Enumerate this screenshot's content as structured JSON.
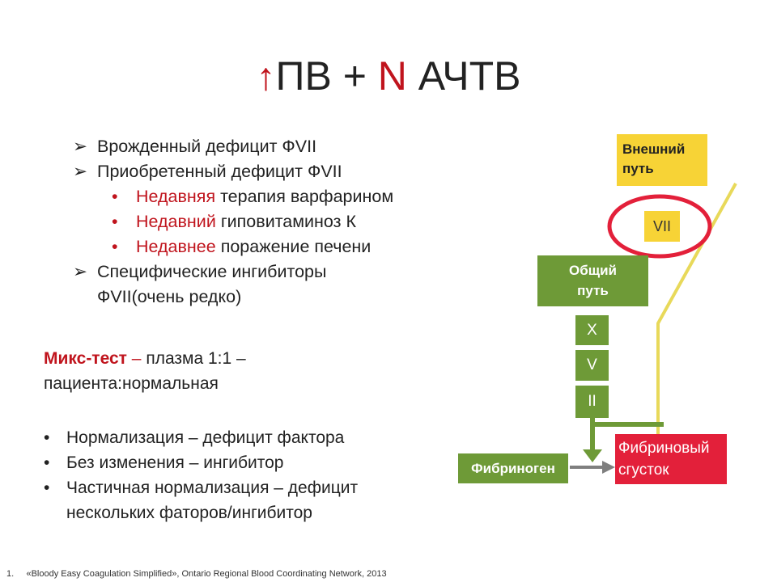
{
  "title": {
    "arrow": "↑",
    "part1": "ПВ + ",
    "n": "N",
    "part2": " АЧТВ"
  },
  "list": {
    "items": [
      {
        "marker": "➢",
        "text": "Врожденный дефицит ФVII"
      },
      {
        "marker": "➢",
        "text": "Приобретенный дефицит ФVII"
      }
    ],
    "subitems": [
      {
        "marker": "•",
        "red": "Недавняя",
        "rest": " терапия варфарином"
      },
      {
        "marker": "•",
        "red": "Недавний",
        "rest": " гиповитаминоз К"
      },
      {
        "marker": "•",
        "red": "Недавнее",
        "rest": " поражение печени"
      }
    ],
    "last": {
      "marker": "➢",
      "line1": "Специфические ингибиторы",
      "line2": "ФVII(очень редко)"
    }
  },
  "mix": {
    "bold": "Микс-тест",
    "dash": " – ",
    "rest1": "плазма 1:1 –",
    "line2": "пациента:нормальная"
  },
  "results": [
    {
      "marker": "•",
      "text": "Нормализация – дефицит фактора"
    },
    {
      "marker": "•",
      "text": "Без изменения – ингибитор"
    },
    {
      "marker": "•",
      "line1": "Частичная нормализация – дефицит",
      "line2": "нескольких фаторов/ингибитор"
    }
  ],
  "diagram": {
    "extrinsic": {
      "line1": "Внешний",
      "line2": "путь"
    },
    "vii": "VII",
    "common": {
      "line1": "Общий",
      "line2": "путь"
    },
    "factors": [
      "X",
      "V",
      "II"
    ],
    "fibrinogen": "Фибриноген",
    "clot": {
      "line1": "Фибриновый",
      "line2": "сгусток"
    },
    "colors": {
      "yellow": "#f7d336",
      "green": "#6e9a37",
      "red": "#e3203a",
      "circle": "#e3203a",
      "arrow": "#7f7f7f"
    }
  },
  "footnote": {
    "num": "1.",
    "text": "«Bloody Easy Coagulation Simplified», Ontario Regional Blood Coordinating Network, 2013"
  }
}
